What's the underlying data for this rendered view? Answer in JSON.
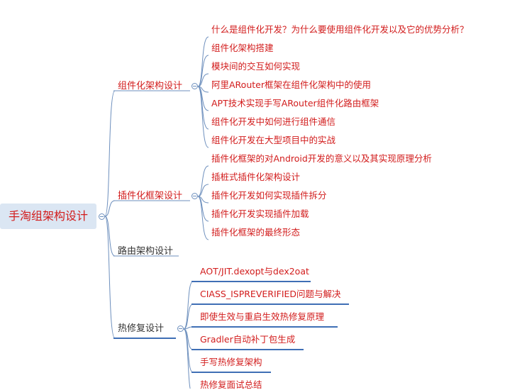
{
  "root": {
    "label": "手淘组架构设计"
  },
  "branches": [
    {
      "label": "组件化架构设计",
      "children": [
        "什么是组件化开发？为什么要使用组件化开发以及它的优势分析？",
        "组件化架构搭建",
        "模块间的交互如何实现",
        "阿里ARouter框架在组件化架构中的使用",
        "APT技术实现手写ARouter组件化路由框架",
        "组件化开发中如何进行组件通信",
        "组件化开发在大型项目中的实战"
      ]
    },
    {
      "label": "插件化框架设计",
      "children": [
        "插件化框架的对Android开发的意义以及其实现原理分析",
        "插桩式插件化架构设计",
        "插件化开发如何实现插件拆分",
        "插件化开发实现插件加载",
        "插件化框架的最终形态"
      ]
    },
    {
      "label": "路由架构设计",
      "children": []
    },
    {
      "label": "热修复设计",
      "children": [
        "AOT/JIT.dexopt与dex2oat",
        "CIASS_ISPREVERIFIED问题与解决",
        "即使生效与重启生效热修复原理",
        "Gradler自动补丁包生成",
        "手写热修复架构",
        "热修复面试总结"
      ]
    }
  ],
  "colors": {
    "connector": "#6d8fbd",
    "underline": "#3f6fb5",
    "text_red": "#d21c1c",
    "text_dark": "#333333",
    "root_fill": "#dbe6f3"
  }
}
